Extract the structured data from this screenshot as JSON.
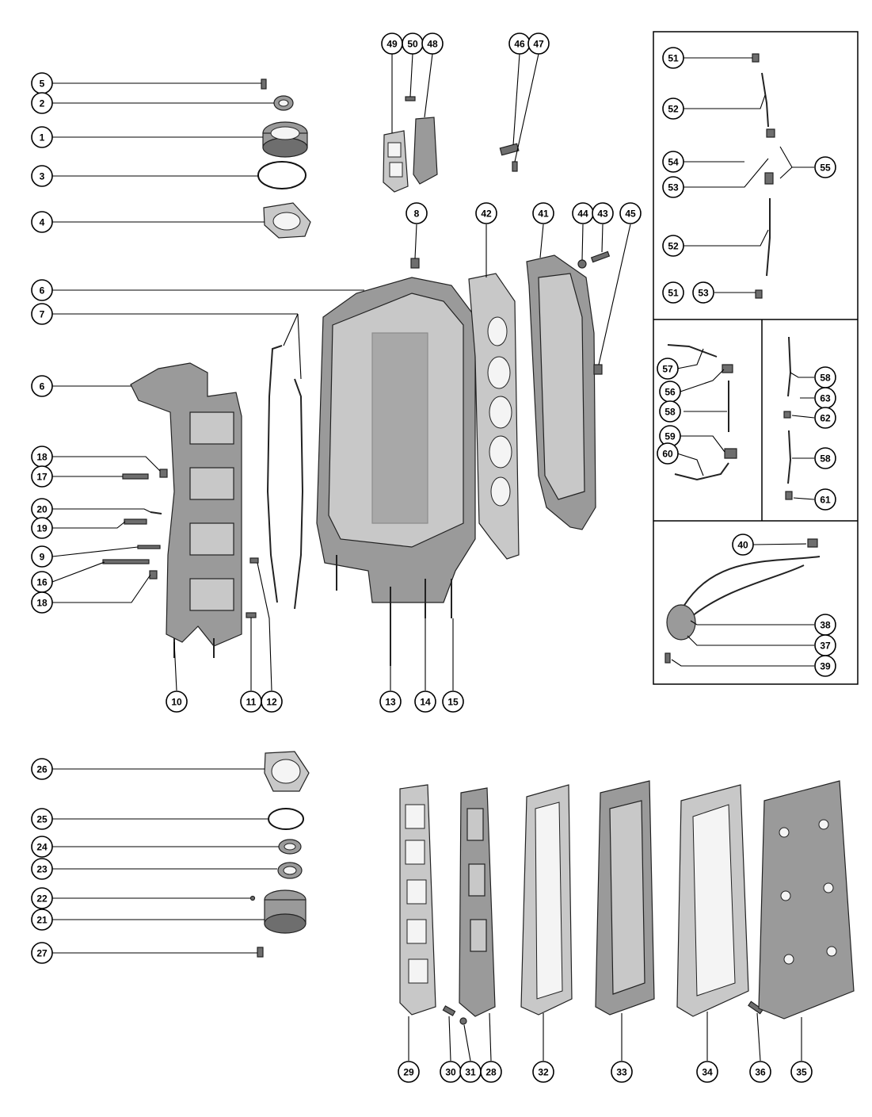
{
  "callouts": {
    "c1": "1",
    "c2": "2",
    "c3": "3",
    "c4": "4",
    "c5": "5",
    "c6a": "6",
    "c6b": "6",
    "c7": "7",
    "c8": "8",
    "c9": "9",
    "c10": "10",
    "c11": "11",
    "c12": "12",
    "c13": "13",
    "c14": "14",
    "c15": "15",
    "c16": "16",
    "c17": "17",
    "c18a": "18",
    "c18b": "18",
    "c19": "19",
    "c20": "20",
    "c21": "21",
    "c22": "22",
    "c23": "23",
    "c24": "24",
    "c25": "25",
    "c26": "26",
    "c27": "27",
    "c28": "28",
    "c29": "29",
    "c30": "30",
    "c31": "31",
    "c32": "32",
    "c33": "33",
    "c34": "34",
    "c35": "35",
    "c36": "36",
    "c37": "37",
    "c38": "38",
    "c39": "39",
    "c40": "40",
    "c41": "41",
    "c42": "42",
    "c43": "43",
    "c44": "44",
    "c45": "45",
    "c46": "46",
    "c47": "47",
    "c48": "48",
    "c49": "49",
    "c50": "50",
    "c51a": "51",
    "c51b": "51",
    "c52a": "52",
    "c52b": "52",
    "c53a": "53",
    "c53b": "53",
    "c54": "54",
    "c55": "55",
    "c56": "56",
    "c57": "57",
    "c58a": "58",
    "c58b": "58",
    "c58c": "58",
    "c59": "59",
    "c60": "60",
    "c61": "61",
    "c62": "62",
    "c63": "63"
  }
}
